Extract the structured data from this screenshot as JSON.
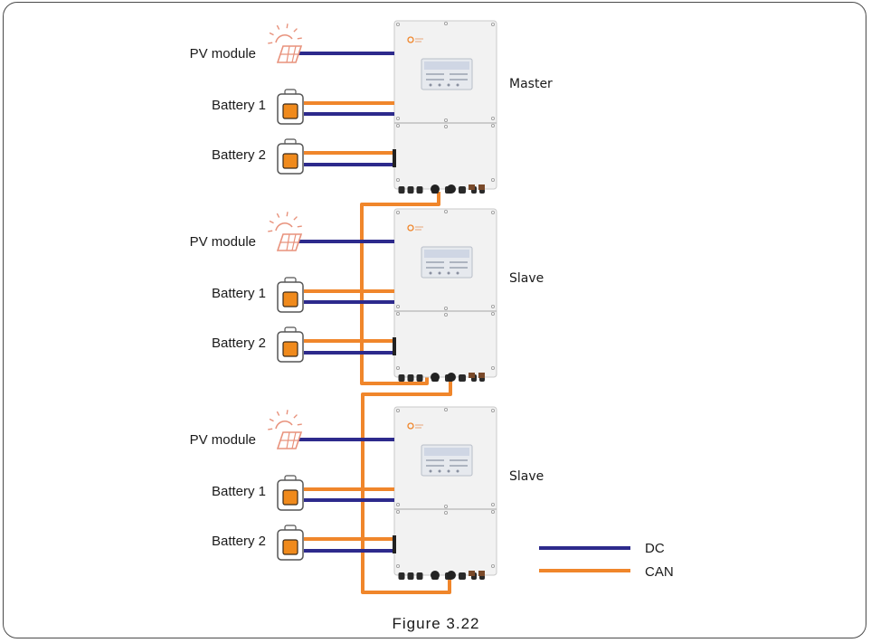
{
  "figure": {
    "caption": "Figure 3.22",
    "units": [
      {
        "role": "Master",
        "pv_label": "PV module",
        "battery1_label": "Battery 1",
        "battery2_label": "Battery 2"
      },
      {
        "role": "Slave",
        "pv_label": "PV module",
        "battery1_label": "Battery 1",
        "battery2_label": "Battery 2"
      },
      {
        "role": "Slave",
        "pv_label": "PV module",
        "battery1_label": "Battery 1",
        "battery2_label": "Battery 2"
      }
    ],
    "legend": [
      {
        "label": "DC",
        "color": "#2d2a8c"
      },
      {
        "label": "CAN",
        "color": "#f0862b"
      }
    ],
    "icons": {
      "pv": "solar-panel-icon",
      "battery": "battery-icon",
      "inverter": "inverter-icon"
    },
    "colors": {
      "dc": "#2d2a8c",
      "can": "#f0862b",
      "frame": "#4a4a4a",
      "inverter_body": "#f2f2f2"
    }
  }
}
